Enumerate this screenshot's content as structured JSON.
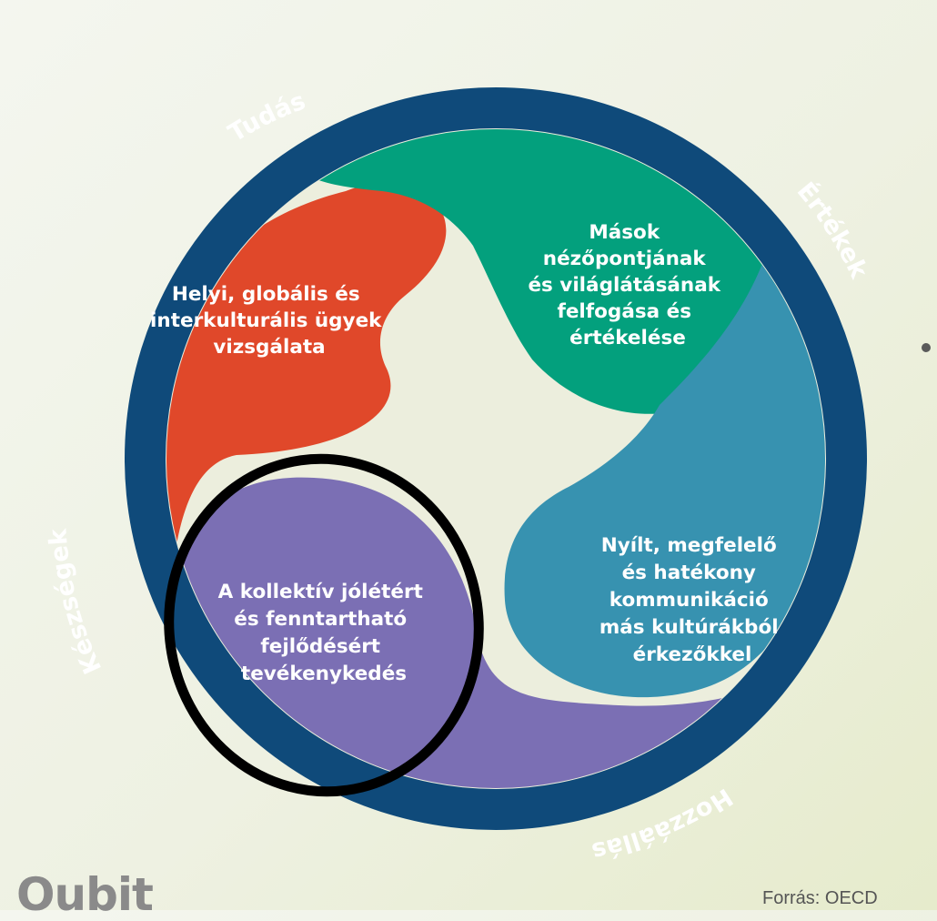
{
  "ring": {
    "labels": {
      "top": "Tudás",
      "right": "Értékek",
      "bottom": "Hozzáállás",
      "left": "Készségek"
    }
  },
  "segments": {
    "red": {
      "color": "#e0482a",
      "lines": [
        "Helyi, globális és",
        "interkulturális ügyek",
        "vizsgálata"
      ]
    },
    "green": {
      "color": "#03a07d",
      "lines": [
        "Mások",
        "nézőpontjának",
        "és világlátásának",
        "felfogása és",
        "értékelése"
      ]
    },
    "teal": {
      "color": "#3792b0",
      "lines": [
        "Nyílt, megfelelő",
        "és hatékony",
        "kommunikáció",
        "más kultúrákból",
        "érkezőkkel"
      ]
    },
    "purple": {
      "color": "#7b6fb4",
      "lines": [
        "A kollektív jólétért",
        "és fenntartható",
        "fejlődésért",
        "tevékenykedés"
      ]
    }
  },
  "colors": {
    "ring": "#0f4a7a",
    "center": "#eceedd",
    "highlight": "#000000"
  },
  "footer": {
    "logo": "Oubit",
    "source": "Forrás: OECD"
  }
}
